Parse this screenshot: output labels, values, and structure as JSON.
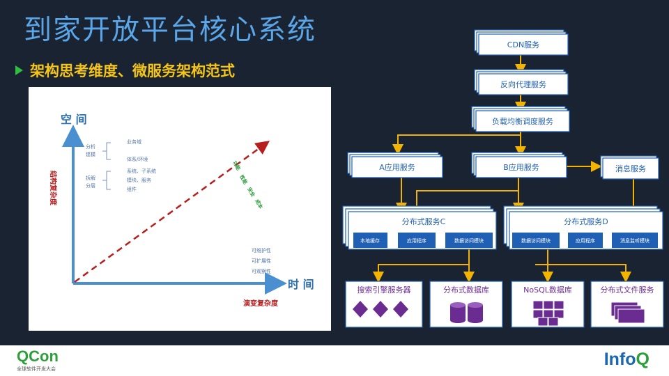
{
  "slide": {
    "title": "到家开放平台核心系统",
    "bullet": "架构思考维度、微服务架构范式"
  },
  "chart": {
    "y_axis_label": "空 间",
    "y_axis_sublabel": "结构复杂度",
    "x_axis_label": "时 间",
    "x_axis_sublabel": "演变复杂度",
    "group1_label": [
      "分析",
      "建模"
    ],
    "group1_items": [
      "业务域",
      "体系/环境"
    ],
    "group2_label": [
      "拆解",
      "分层"
    ],
    "group2_items": [
      "系统、子系统",
      "模块、服务",
      "组件"
    ],
    "diagonal_labels": [
      "功能",
      "性能",
      "安全",
      "成本"
    ],
    "quality_items": [
      "可维护性",
      "可扩展性",
      "可观察性"
    ]
  },
  "diagram": {
    "cdn": "CDN服务",
    "reverse_proxy": "反向代理服务",
    "load_balancer": "负载均衡调度服务",
    "app_a": "A应用服务",
    "app_b": "B应用服务",
    "message": "消息服务",
    "dist_c": "分布式服务C",
    "dist_d": "分布式服务D",
    "c_local_cache": "本地缓存",
    "c_app": "应用程序",
    "c_data_access": "数据访问模块",
    "d_data_access": "数据访问模块",
    "d_app": "应用程序",
    "d_msg_listener": "消息监听模块",
    "search": "搜索引擎服务器",
    "dist_db": "分布式数据库",
    "nosql": "NoSQL数据库",
    "dist_fs": "分布式文件服务"
  },
  "colors": {
    "title": "#5aa6e8",
    "bullet_text": "#f5c518",
    "bullet_marker": "#2fbf3f",
    "arrow": "#f2b400",
    "axis": "#4a8fd0",
    "dashed_line": "#b81d1d",
    "diagonal_labels": "#2a9a3a",
    "storage_icon": "#6b2c91",
    "component_box": "#1f5fb4"
  },
  "footer": {
    "qcon_name": "QCon",
    "qcon_subtitle": "全球软件开发大会",
    "infoq_main": "Info",
    "infoq_q": "Q"
  }
}
